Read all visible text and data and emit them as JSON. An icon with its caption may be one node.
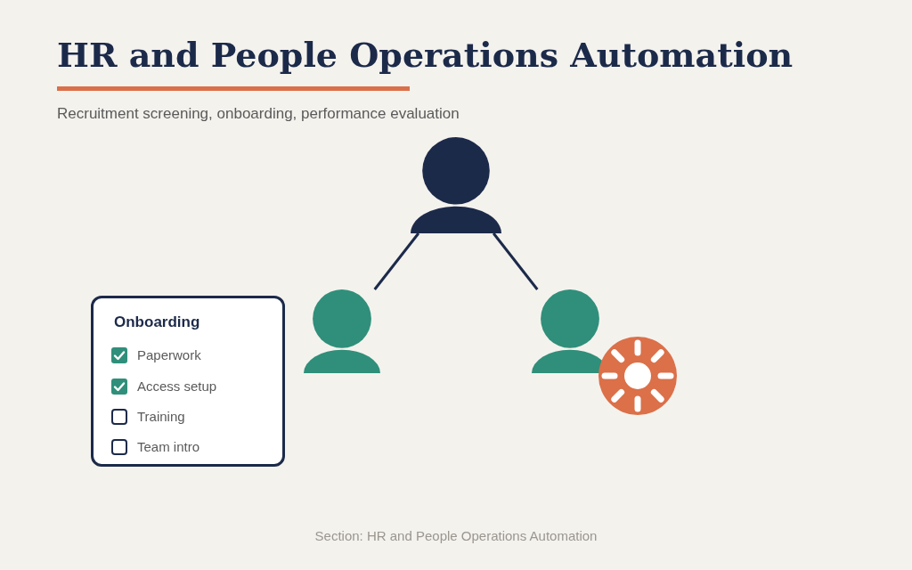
{
  "diagram": {
    "title": "HR and People Operations Automation",
    "caption": "Section: HR and People Operations Automation",
    "labels": [
      "Recruitment screening, onboarding, performance evaluation"
    ],
    "nodes": [
      {
        "text": [],
        "shape": "person"
      },
      {
        "text": [],
        "shape": "person"
      },
      {
        "text": [],
        "shape": "person"
      },
      {
        "text": [
          "Onboarding",
          "Paperwork",
          "Access setup",
          "Training",
          "Team intro"
        ]
      }
    ],
    "edges": [
      {
        "from": 0,
        "to": 1,
        "arrow": "none"
      },
      {
        "from": 0,
        "to": 2,
        "arrow": "none"
      }
    ]
  }
}
